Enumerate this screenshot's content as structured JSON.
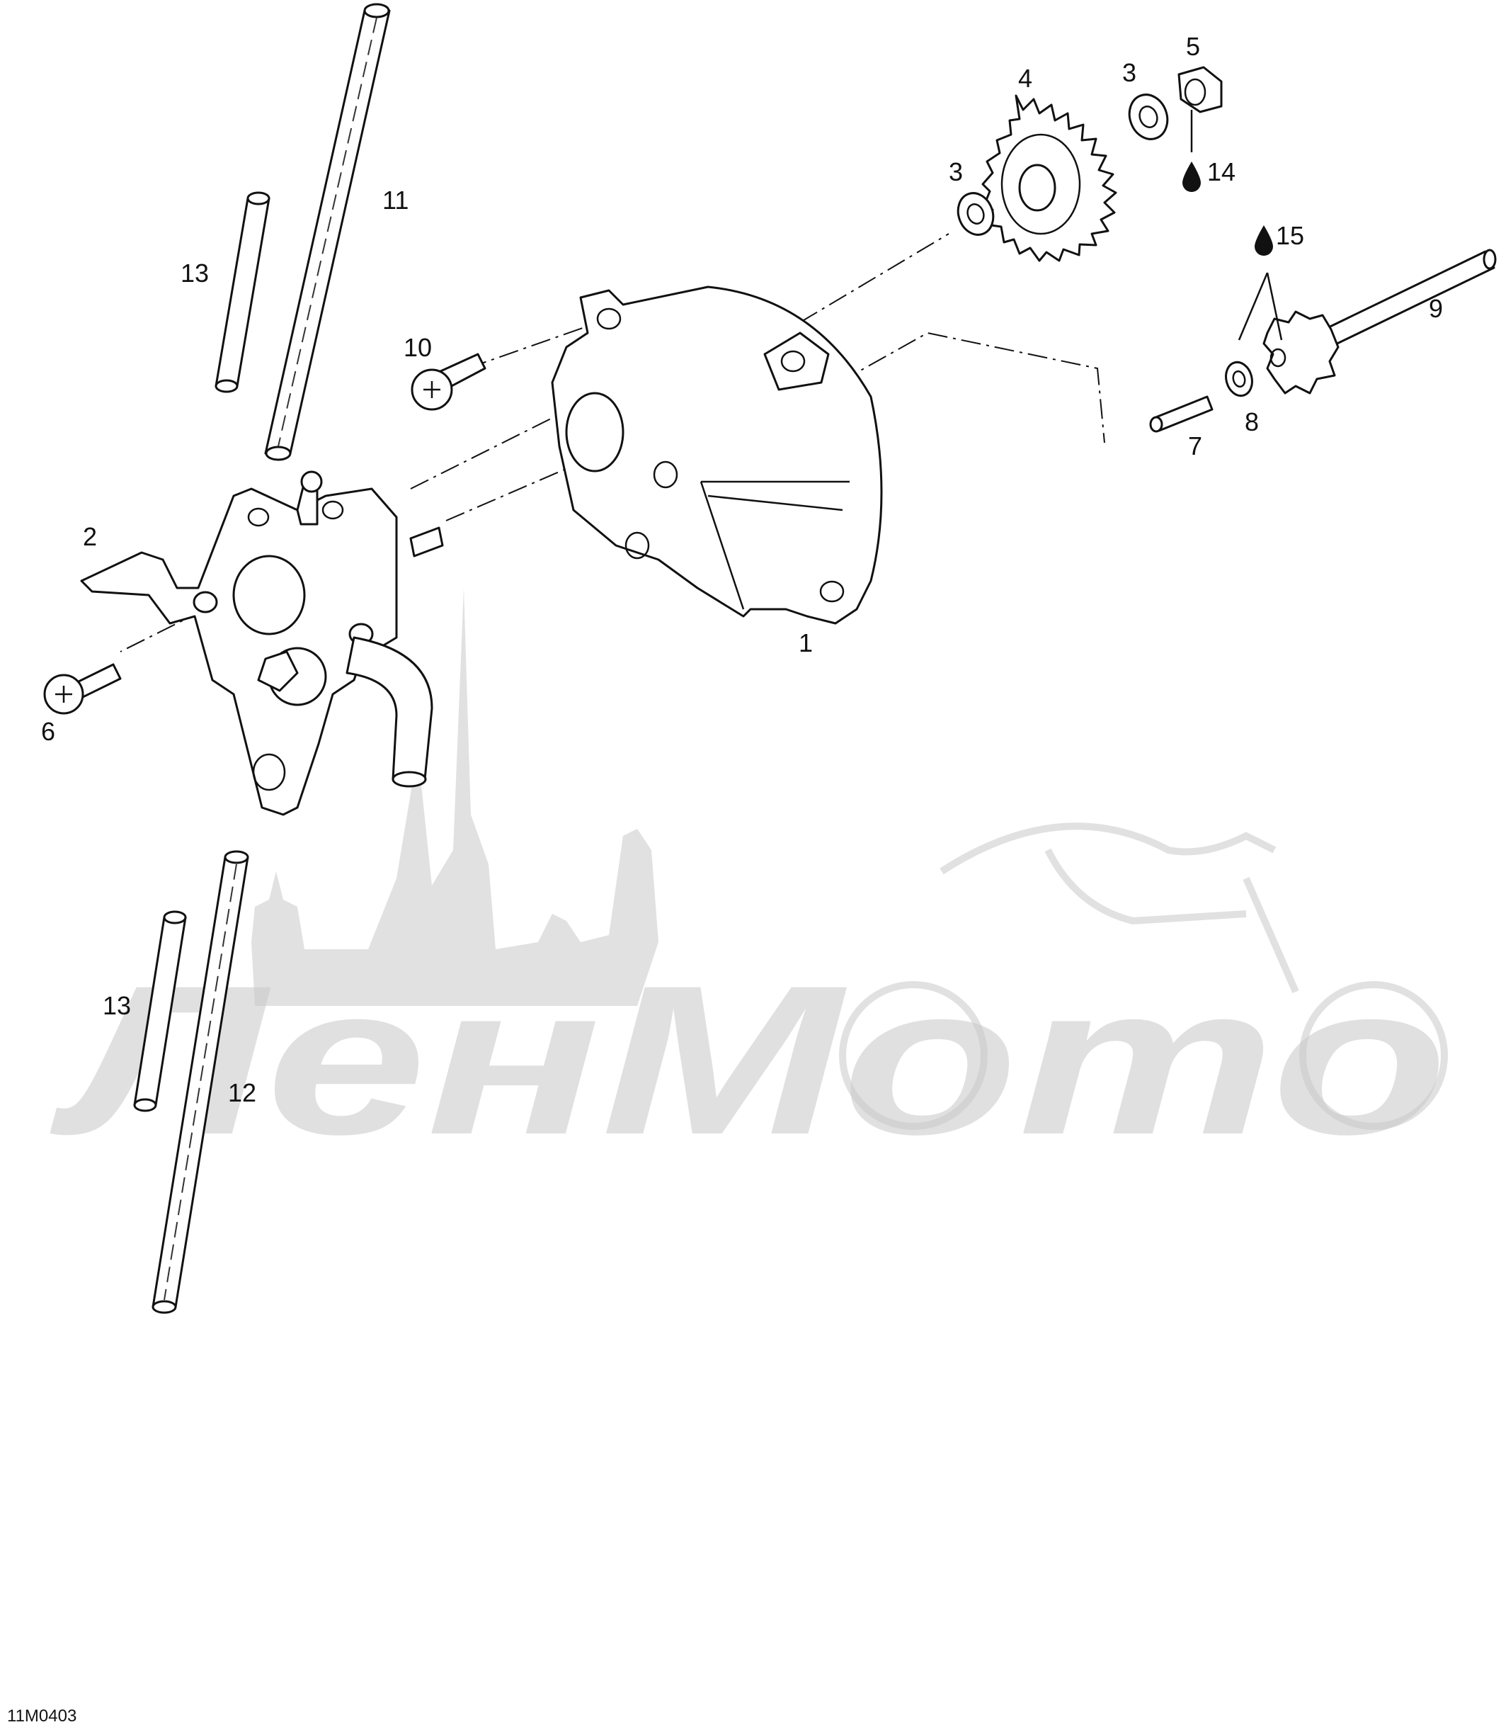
{
  "figure_id": "11M0403",
  "watermark_text": "ЛенМото",
  "callouts": [
    {
      "label": "1"
    },
    {
      "label": "2"
    },
    {
      "label": "3"
    },
    {
      "label": "3"
    },
    {
      "label": "4"
    },
    {
      "label": "5"
    },
    {
      "label": "6"
    },
    {
      "label": "7"
    },
    {
      "label": "8"
    },
    {
      "label": "9"
    },
    {
      "label": "10"
    },
    {
      "label": "11"
    },
    {
      "label": "12"
    },
    {
      "label": "13"
    },
    {
      "label": "13"
    },
    {
      "label": "14"
    },
    {
      "label": "15"
    }
  ],
  "icons": [
    "oil-drop-icon"
  ],
  "colors": {
    "line": "#111111",
    "watermark": "#c8c8c8",
    "background": "#ffffff"
  }
}
